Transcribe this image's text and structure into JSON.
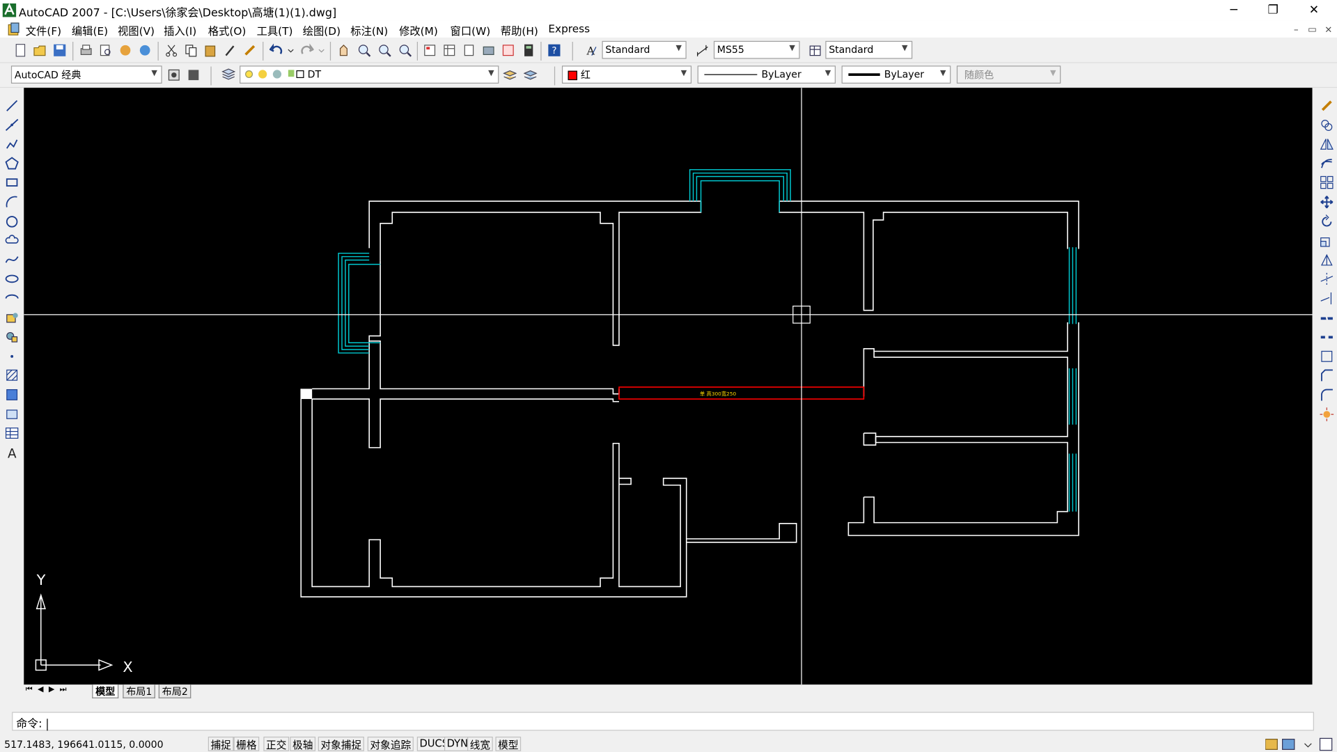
{
  "window": {
    "title": "AutoCAD 2007 - [C:\\Users\\徐家会\\Desktop\\高塘(1)(1).dwg]",
    "minimize": "─",
    "restore": "❐",
    "close": "✕"
  },
  "menu": [
    {
      "label": "文件(F)"
    },
    {
      "label": "编辑(E)"
    },
    {
      "label": "视图(V)"
    },
    {
      "label": "插入(I)"
    },
    {
      "label": "格式(O)"
    },
    {
      "label": "工具(T)"
    },
    {
      "label": "绘图(D)"
    },
    {
      "label": "标注(N)"
    },
    {
      "label": "修改(M)"
    },
    {
      "label": "窗口(W)"
    },
    {
      "label": "帮助(H)"
    },
    {
      "label": "Express"
    }
  ],
  "mdi_controls": {
    "minimize": "–",
    "restore": "▭",
    "close": "×"
  },
  "styles_toolbar": {
    "text_style": "Standard",
    "dim_style": "MS55",
    "table_style": "Standard"
  },
  "workspace": {
    "value": "AutoCAD 经典"
  },
  "layer": {
    "value": "DT"
  },
  "properties": {
    "color_name": "红",
    "color_hex": "#ff0000",
    "linetype": "ByLayer",
    "lineweight": "ByLayer",
    "plotstyle": "随颜色"
  },
  "canvas": {
    "background": "#000000",
    "wall_color": "#ffffff",
    "window_color": "#00c8d0",
    "highlight_color": "#ff0000",
    "annotation": "单 高300宽250",
    "annotation_color": "#ffd700",
    "ucs_x": "X",
    "ucs_y": "Y"
  },
  "tabs": {
    "model": "模型",
    "layout1": "布局1",
    "layout2": "布局2"
  },
  "command": {
    "prompt": "命令:"
  },
  "status": {
    "coords": "517.1483, 196641.0115, 0.0000",
    "buttons": [
      "捕捉",
      "栅格",
      "正交",
      "极轴",
      "对象捕捉",
      "对象追踪",
      "DUCS",
      "DYN",
      "线宽",
      "模型"
    ]
  },
  "left_tools": [
    "line-icon",
    "construction-line-icon",
    "polyline-icon",
    "polygon-icon",
    "rectangle-icon",
    "arc-icon",
    "circle-icon",
    "revision-cloud-icon",
    "spline-icon",
    "ellipse-icon",
    "ellipse-arc-icon",
    "insert-block-icon",
    "make-block-icon",
    "point-icon",
    "hatch-icon",
    "gradient-icon",
    "region-icon",
    "table-icon",
    "multiline-text-icon"
  ],
  "right_tools": [
    "erase-icon",
    "copy-icon",
    "mirror-icon",
    "offset-icon",
    "array-icon",
    "move-icon",
    "rotate-icon",
    "scale-icon",
    "stretch-icon",
    "trim-icon",
    "extend-icon",
    "break-at-point-icon",
    "break-icon",
    "join-icon",
    "chamfer-icon",
    "fillet-icon",
    "explode-icon"
  ]
}
